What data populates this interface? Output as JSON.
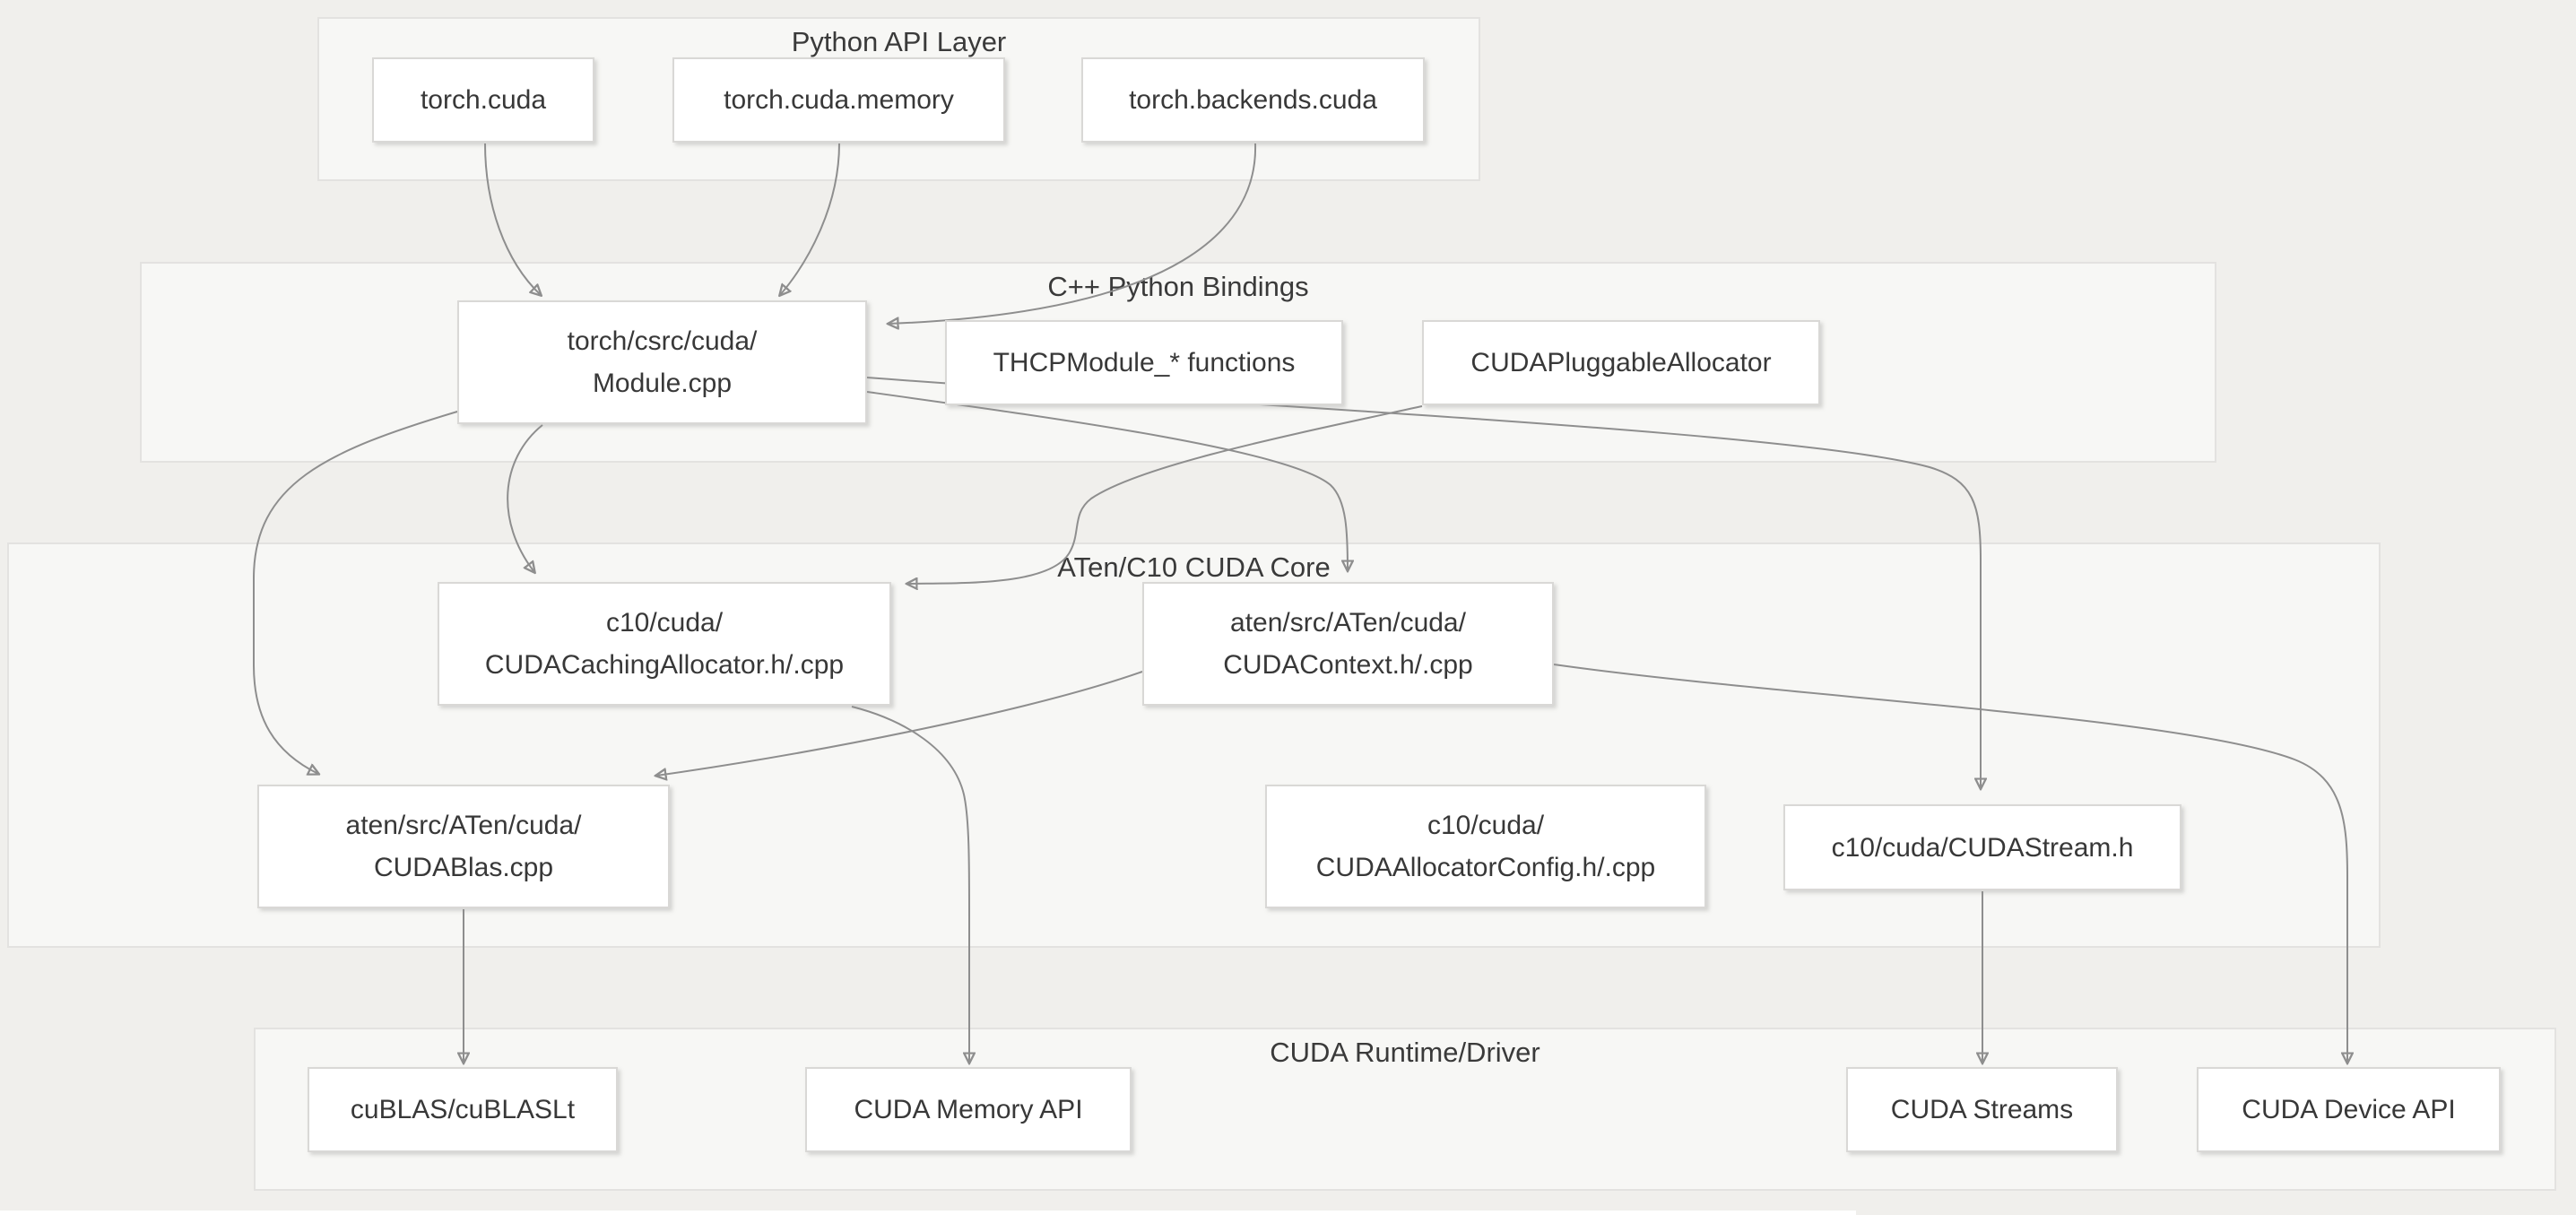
{
  "diagram": {
    "clusters": {
      "python_api": {
        "label": "Python API Layer"
      },
      "cpp_bindings": {
        "label": "C++ Python Bindings"
      },
      "aten_c10": {
        "label": "ATen/C10 CUDA Core"
      },
      "cuda_runtime": {
        "label": "CUDA Runtime/Driver"
      }
    },
    "nodes": {
      "torch_cuda": {
        "label": "torch.cuda"
      },
      "torch_cuda_memory": {
        "label": "torch.cuda.memory"
      },
      "torch_backends_cuda": {
        "label": "torch.backends.cuda"
      },
      "module_cpp": {
        "line1": "torch/csrc/cuda/",
        "line2": "Module.cpp"
      },
      "thcp_module": {
        "label": "THCPModule_* functions"
      },
      "cuda_pluggable_allocator": {
        "label": "CUDAPluggableAllocator"
      },
      "cuda_caching_allocator": {
        "line1": "c10/cuda/",
        "line2": "CUDACachingAllocator.h/.cpp"
      },
      "cuda_context": {
        "line1": "aten/src/ATen/cuda/",
        "line2": "CUDAContext.h/.cpp"
      },
      "cuda_blas": {
        "line1": "aten/src/ATen/cuda/",
        "line2": "CUDABlas.cpp"
      },
      "cuda_allocator_config": {
        "line1": "c10/cuda/",
        "line2": "CUDAAllocatorConfig.h/.cpp"
      },
      "cuda_stream_h": {
        "label": "c10/cuda/CUDAStream.h"
      },
      "cublas": {
        "label": "cuBLAS/cuBLASLt"
      },
      "cuda_memory_api": {
        "label": "CUDA Memory API"
      },
      "cuda_streams": {
        "label": "CUDA Streams"
      },
      "cuda_device_api": {
        "label": "CUDA Device API"
      }
    },
    "edges": [
      {
        "from": "torch_cuda",
        "to": "module_cpp"
      },
      {
        "from": "torch_cuda_memory",
        "to": "module_cpp"
      },
      {
        "from": "torch_backends_cuda",
        "to": "module_cpp"
      },
      {
        "from": "module_cpp",
        "to": "cuda_caching_allocator"
      },
      {
        "from": "module_cpp",
        "to": "cuda_context"
      },
      {
        "from": "module_cpp",
        "to": "cuda_blas"
      },
      {
        "from": "module_cpp",
        "to": "cuda_stream_h"
      },
      {
        "from": "cuda_pluggable_allocator",
        "to": "cuda_caching_allocator"
      },
      {
        "from": "cuda_context",
        "to": "cuda_blas"
      },
      {
        "from": "cuda_context",
        "to": "cuda_device_api"
      },
      {
        "from": "cuda_caching_allocator",
        "to": "cuda_memory_api"
      },
      {
        "from": "cuda_blas",
        "to": "cublas"
      },
      {
        "from": "cuda_stream_h",
        "to": "cuda_streams"
      }
    ],
    "colors": {
      "page_bg": "#f0efec",
      "cluster_fill": "#f7f7f5",
      "cluster_border": "#e3e2e0",
      "node_fill": "#ffffff",
      "node_border": "#d9d8d6",
      "edge": "#8e8e8e",
      "text": "#383838"
    }
  }
}
